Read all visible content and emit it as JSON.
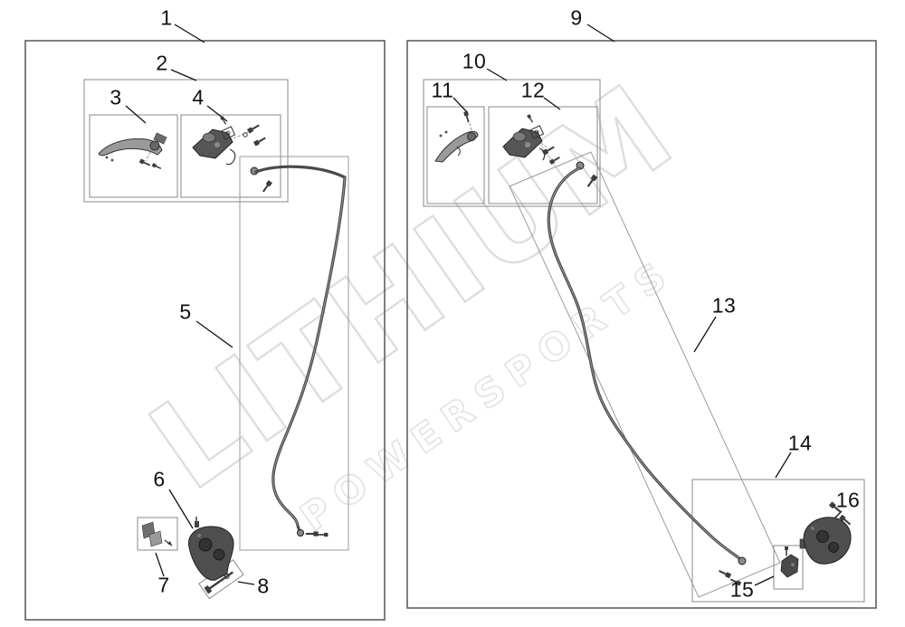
{
  "watermark": {
    "line1": "LITHIUM",
    "line2": "POWERSPORTS"
  },
  "callouts": {
    "c1": "1",
    "c2": "2",
    "c3": "3",
    "c4": "4",
    "c5": "5",
    "c6": "6",
    "c7": "7",
    "c8": "8",
    "c9": "9",
    "c10": "10",
    "c11": "11",
    "c12": "12",
    "c13": "13",
    "c14": "14",
    "c15": "15",
    "c16": "16"
  }
}
